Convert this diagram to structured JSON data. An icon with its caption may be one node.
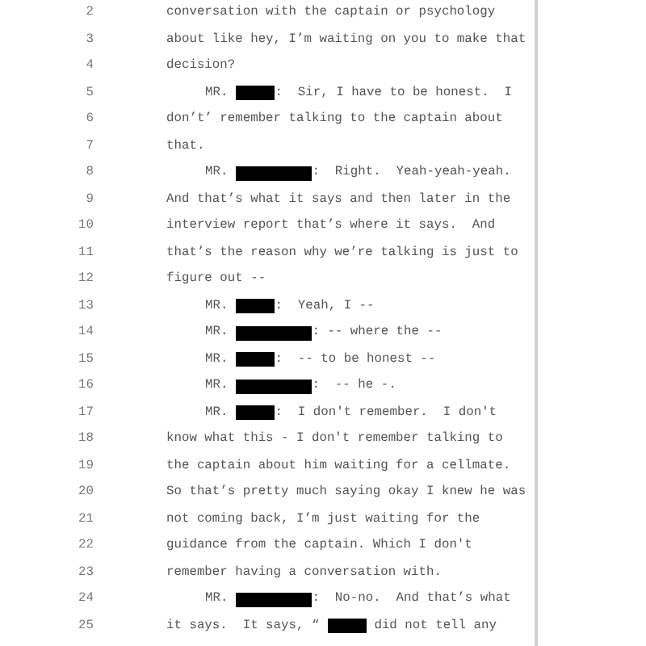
{
  "diagram": {
    "labels": [
      "2",
      "conversation with the captain or psychology",
      "3",
      "about like hey, I’m waiting on you to make that",
      "4",
      "decision?",
      "5",
      "MR.",
      ":  Sir, I have to be honest.  I",
      "6",
      "don’t’ remember talking to the captain about",
      "7",
      "that.",
      "8",
      "MR.",
      ":  Right.  Yeah-yeah-yeah.",
      "9",
      "And that’s what it says and then later in the",
      "10",
      "interview report that’s where it says.  And",
      "11",
      "that’s the reason why we’re talking is just to",
      "12",
      "figure out --",
      "13",
      "MR.",
      ":  Yeah, I --",
      "14",
      "MR.",
      ": -- where the --",
      "15",
      "MR.",
      ":  -- to be honest --",
      "16",
      "MR.",
      ":  -- he -.",
      "17",
      "MR.",
      ":  I don't remember.  I don't",
      "18",
      "know what this - I don't remember talking to",
      "19",
      "the captain about him waiting for a cellmate.",
      "20",
      "So that’s pretty much saying okay I knew he was",
      "21",
      "not coming back, I’m just waiting for the",
      "22",
      "guidance from the captain. Which I don't",
      "23",
      "remember having a conversation with.",
      "24",
      "MR.",
      ":  No-no.  And that’s what",
      "25",
      "it says.  It says, “",
      "did not tell any"
    ]
  }
}
